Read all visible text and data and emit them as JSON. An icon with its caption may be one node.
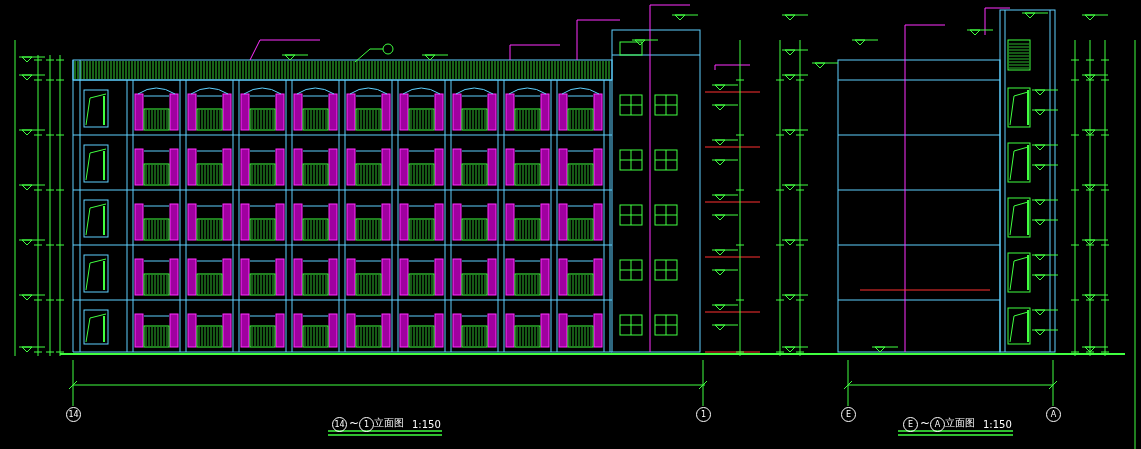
{
  "diagram": {
    "labels": [
      "14",
      "1",
      "E",
      "A",
      "14",
      "~",
      "1",
      "立面图",
      "1:150",
      "E",
      "~",
      "A",
      "立面图",
      "1:150"
    ]
  }
}
